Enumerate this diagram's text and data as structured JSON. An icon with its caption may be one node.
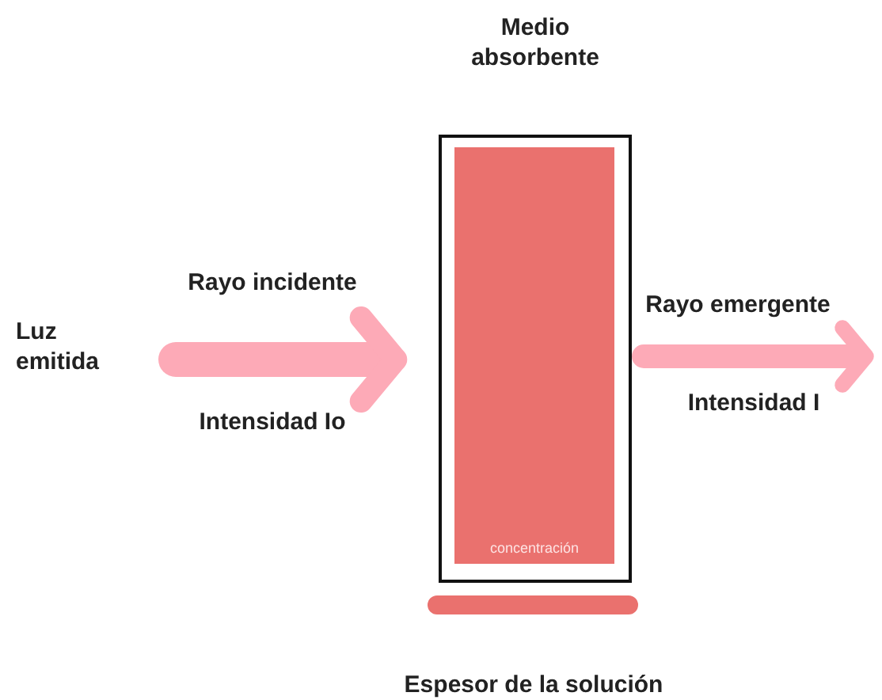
{
  "diagram": {
    "nodes": [
      {
        "text": [
          "Luz emitida"
        ]
      },
      {
        "text": [
          "Medio absorbente"
        ]
      },
      {
        "text": [
          "concentración"
        ],
        "in": 1
      }
    ],
    "edges": [
      {
        "from": 0,
        "to": 1,
        "arrow": "to",
        "label": "Rayo incidente"
      },
      {
        "from": 1,
        "to": null,
        "arrow": "to",
        "label": "Rayo emergente"
      }
    ],
    "labels": [
      "Intensidad Io",
      "Intensidad I",
      "Espesor de la solución"
    ]
  }
}
